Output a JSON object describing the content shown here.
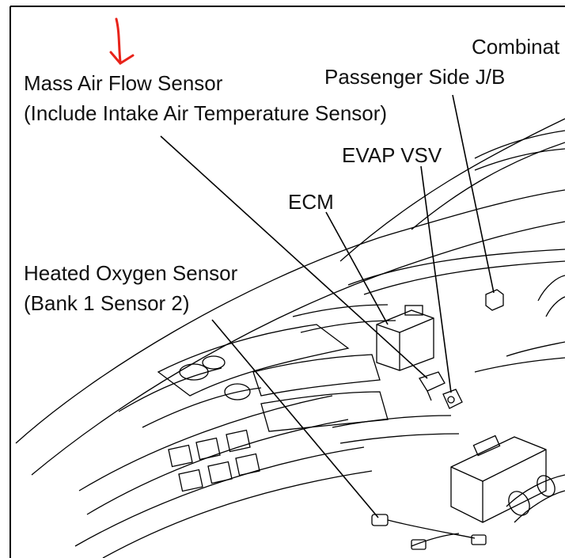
{
  "labels": {
    "mass_air_flow_line1": "Mass Air Flow Sensor",
    "mass_air_flow_line2": "(Include Intake Air Temperature Sensor)",
    "combinat": "Combinat",
    "passenger_jb": "Passenger Side J/B",
    "evap_vsv": "EVAP VSV",
    "ecm": "ECM",
    "heated_o2_line1": "Heated Oxygen Sensor",
    "heated_o2_line2": "(Bank 1 Sensor 2)"
  },
  "annotation": {
    "red_arrow_color": "#e8231a"
  }
}
